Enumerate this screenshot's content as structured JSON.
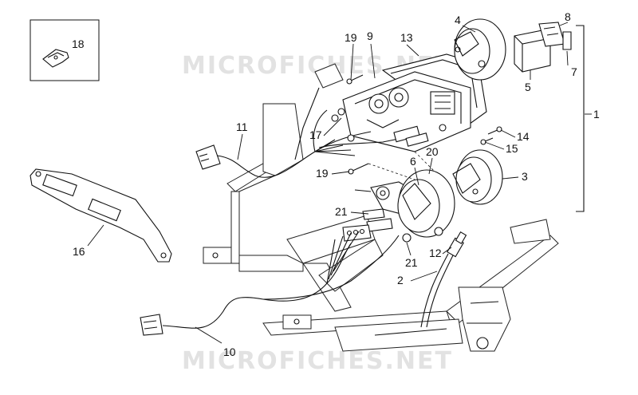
{
  "diagram": {
    "watermark": "MICROFICHES.NET",
    "callouts": [
      "1",
      "2",
      "3",
      "4",
      "5",
      "6",
      "7",
      "8",
      "9",
      "10",
      "11",
      "12",
      "13",
      "14",
      "15",
      "16",
      "17",
      "18",
      "19",
      "19",
      "20",
      "21",
      "21"
    ]
  },
  "colors": {
    "line": "#111111",
    "watermark": "#e2e2e2",
    "background": "#ffffff"
  }
}
